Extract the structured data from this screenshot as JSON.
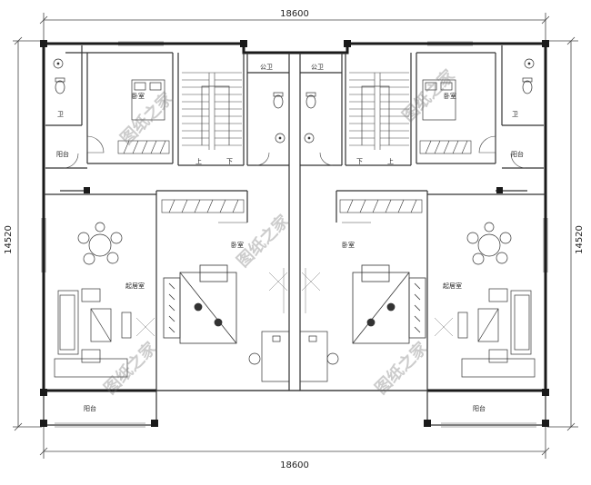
{
  "dimensions": {
    "top_width": "18600",
    "bottom_width": "18600",
    "left_depth": "14520",
    "right_depth": "14520"
  },
  "rooms": {
    "left_bath": "卫",
    "left_bedroom_top": "卧室",
    "left_balcony_side": "阳台",
    "public_bath_left": "公卫",
    "public_bath_right": "公卫",
    "left_living": "起居室",
    "left_bedroom_main": "卧室",
    "left_balcony_bottom": "阳台",
    "right_bath": "卫",
    "right_bedroom_top": "卧室",
    "right_balcony_side": "阳台",
    "right_living": "起居室",
    "right_bedroom_main": "卧室",
    "right_balcony_bottom": "阳台"
  },
  "stairs": {
    "left_up": "上",
    "left_down": "下",
    "right_down": "下",
    "right_up": "上"
  },
  "watermark": "图纸之家",
  "colors": {
    "wall": "#1a1a1a",
    "line": "#333333",
    "bg": "#ffffff"
  }
}
